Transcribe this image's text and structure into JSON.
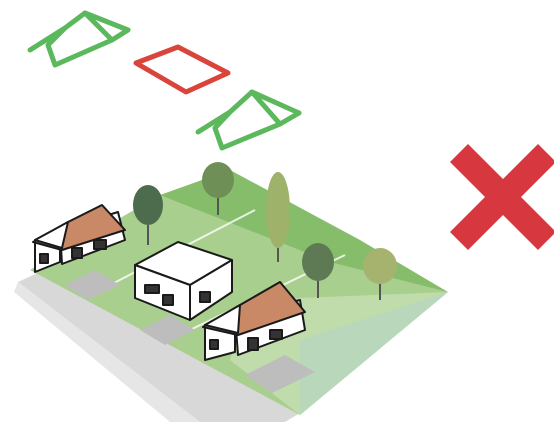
{
  "roof_outlines": [
    {
      "shape": "gabled",
      "status": "allowed",
      "color": "#5cb85c"
    },
    {
      "shape": "flat",
      "status": "not-allowed",
      "color": "#d9453b"
    },
    {
      "shape": "gabled",
      "status": "allowed",
      "color": "#5cb85c"
    }
  ],
  "houses": [
    {
      "roof": "gabled",
      "roof_color": "#c98866"
    },
    {
      "roof": "flat",
      "roof_color": "#ffffff"
    },
    {
      "roof": "gabled",
      "roof_color": "#c98866"
    }
  ],
  "verdict": {
    "icon": "cross-mark-icon",
    "color": "#d7373f"
  },
  "colors": {
    "lawn": "#a9cf8f",
    "lawn_dark": "#86bd6a",
    "lawn_far": "#c7e0b6",
    "road": "#d8d8d8",
    "driveway": "#bdbdbd",
    "tree_dark": "#4d6b4d",
    "tree_light": "#9eb26a"
  }
}
